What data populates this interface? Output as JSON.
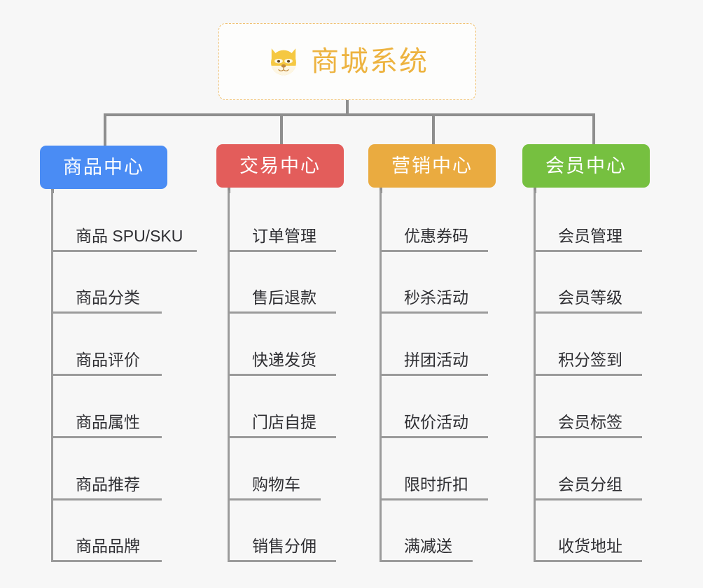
{
  "diagram": {
    "type": "mind-map",
    "title": "商城系统",
    "background_color": "#f7f7f7",
    "root": {
      "label": "商城系统",
      "icon": "shiba-dog-icon",
      "text_color": "#edb340",
      "border_color": "#f0c070",
      "background_color": "#fdfdfc"
    },
    "connector_color": "#8e8e8e",
    "branches": [
      {
        "label": "商品中心",
        "color": "#4a8cf4",
        "text_color": "#ffffff",
        "items": [
          "商品 SPU/SKU",
          "商品分类",
          "商品评价",
          "商品属性",
          "商品推荐",
          "商品品牌"
        ]
      },
      {
        "label": "交易中心",
        "color": "#e35d5b",
        "text_color": "#ffffff",
        "items": [
          "订单管理",
          "售后退款",
          "快递发货",
          "门店自提",
          "购物车",
          "销售分佣"
        ]
      },
      {
        "label": "营销中心",
        "color": "#eaab40",
        "text_color": "#ffffff",
        "items": [
          "优惠券码",
          "秒杀活动",
          "拼团活动",
          "砍价活动",
          "限时折扣",
          "满减送"
        ]
      },
      {
        "label": "会员中心",
        "color": "#76c040",
        "text_color": "#ffffff",
        "items": [
          "会员管理",
          "会员等级",
          "积分签到",
          "会员标签",
          "会员分组",
          "收货地址"
        ]
      }
    ]
  }
}
